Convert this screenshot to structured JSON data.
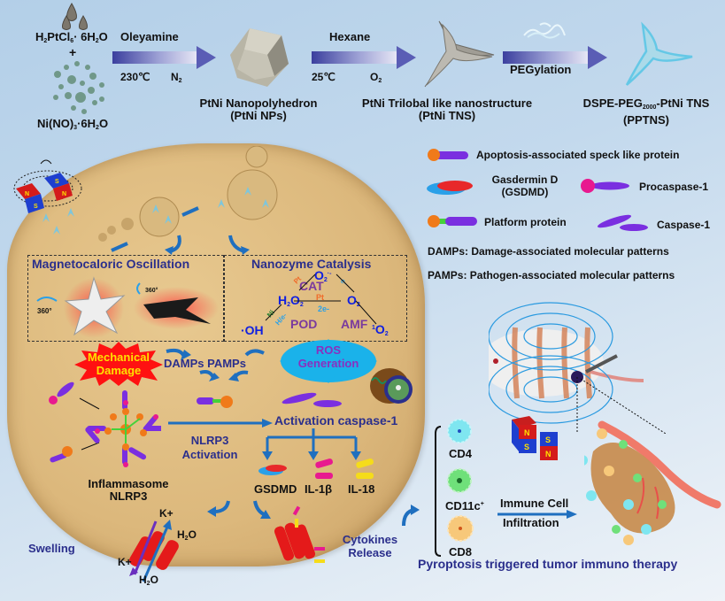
{
  "synthesis": {
    "precursor_pt": {
      "pre": "H",
      "sub1": "2",
      "mid": "PtCl",
      "sub2": "6",
      "post": "· 6H",
      "sub3": "2",
      "end": "O"
    },
    "plus": "+",
    "precursor_ni": {
      "pre": "Ni(NO)",
      "sub1": "3",
      "mid": "·6H",
      "sub2": "2",
      "end": "O"
    },
    "step1": {
      "top": "Oleyamine",
      "temp": "230℃",
      "gas_pre": "N",
      "gas_sub": "2"
    },
    "product1": {
      "line1": "PtNi Nanopolyhedron",
      "line2": "(PtNi NPs)"
    },
    "step2": {
      "top": "Hexane",
      "temp": "25℃",
      "gas_pre": "O",
      "gas_sub": "2"
    },
    "product2": {
      "line1": "PtNi Trilobal like nanostructure",
      "line2": "(PtNi TNS)"
    },
    "step3": {
      "label": "PEGylation"
    },
    "product3": {
      "pre": "DSPE-PEG",
      "sub": "2000",
      "post": "-PtNi TNS",
      "line2": "(PPTNS)"
    }
  },
  "legend": {
    "asc": "Apoptosis-associated speck like protein",
    "gsdmd_line1": "Gasdermin D",
    "gsdmd_line2": "(GSDMD)",
    "procaspase": "Procaspase-1",
    "platform": "Platform protein",
    "caspase": "Caspase-1",
    "damps": "DAMPs: Damage-associated molecular patterns",
    "pamps": "PAMPs: Pathogen-associated molecular patterns",
    "colors": {
      "orange": "#f07a1a",
      "purple": "#7a2fe0",
      "magenta": "#e8198f",
      "green": "#44d13a",
      "red": "#e8282a",
      "blue": "#2aa0e8",
      "yellow": "#f5dc1a"
    }
  },
  "cell": {
    "magneto_title": "Magnetocaloric Oscillation",
    "rot1": "360°",
    "rot2": "360°",
    "nano_title": "Nanozyme Catalysis",
    "catalysis": {
      "o2_radical": "O",
      "o2_radical_sub": "2",
      "o2_radical_sup": "·-",
      "cat": "CAT",
      "h2o2": {
        "a": "H",
        "s1": "2",
        "b": "O",
        "s2": "2"
      },
      "o2": {
        "a": "O",
        "s": "2"
      },
      "pt1": "Pt",
      "pt2": "Pt",
      "e_minus": "e-",
      "two_e": "2e-",
      "ni": "Ni",
      "h_e": "H/e-",
      "pod": "POD",
      "amf": "AMF",
      "oh": "·OH",
      "singlet": {
        "sup": "1",
        "a": "O",
        "s": "2"
      }
    },
    "mechanical_line1": "Mechanical",
    "mechanical_line2": "Damage",
    "damps_pamps": "DAMPs  PAMPs",
    "ros_line1": "ROS",
    "ros_line2": "Generation",
    "activation_caspase": "Activation caspase-1",
    "nlrp3_act_line1": "NLRP3",
    "nlrp3_act_line2": "Activation",
    "inflammasome_line1": "Inflammasome",
    "inflammasome_line2": "NLRP3",
    "gsdmd": "GSDMD",
    "il1b": "IL-1β",
    "il18": "IL-18",
    "k_plus_top": "K+",
    "k_plus_bottom": "K+",
    "h2o_top": {
      "a": "H",
      "s": "2",
      "b": "O"
    },
    "h2o_bottom": {
      "a": "H",
      "s": "2",
      "b": "O"
    },
    "swelling": "Swelling",
    "cytokines_line1": "Cytokines",
    "cytokines_line2": "Release"
  },
  "immune": {
    "cd4": "CD4",
    "cd11c": "CD11c",
    "cd11c_sup": "+",
    "cd8": "CD8",
    "infiltration_line1": "Immune Cell",
    "infiltration_line2": "Infiltration",
    "magnet_n": "N",
    "magnet_s": "S",
    "bottom_title": "Pyroptosis triggered tumor immuno therapy"
  }
}
